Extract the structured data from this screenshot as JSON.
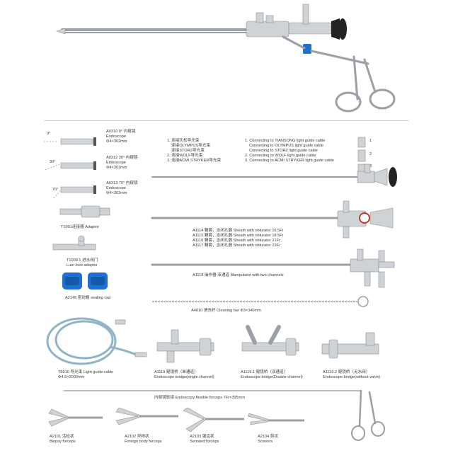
{
  "scopes": [
    {
      "code_name": "A0310  0° 内窥镜",
      "type": "Endoscope",
      "spec": "Φ4×302mm",
      "angle": "0°"
    },
    {
      "code_name": "A0312  30° 内窥镜",
      "type": "Endoscope",
      "spec": "Φ4×302mm",
      "angle": "30°"
    },
    {
      "code_name": "A0313  70° 内窥镜",
      "type": "Endoscope",
      "spec": "Φ4×302mm",
      "angle": "70°"
    }
  ],
  "adaptor": {
    "label": "T1001连接器 Adaptor"
  },
  "luer": {
    "line1": "T1009.1 进水阀门",
    "line2": "Luer-lock adaptor"
  },
  "sealing_cap": {
    "label": "A2145 密封帽 sealing cap"
  },
  "light_cable": {
    "line1": "T5010 导光束 Light guide cable",
    "line2": "Φ4.5×2000mm"
  },
  "connections_cn": [
    "1. 连接天松导光束",
    "连接OLYMPUS导光束",
    "连接STORZ导光束",
    "2. 连接WOLF导光束",
    "3. 连接ACMI STRYKER导光束"
  ],
  "connections_en": [
    "1. Connecting to TIANSONG light guide cable",
    "Connecting to OLYMPUS light guide cable",
    "Connecting to STORZ light guide cable",
    "2. Connecting to WOLF light guide cable",
    "3. Connecting to ACMI STRYKER light guide cable"
  ],
  "connector_numbers": [
    "1",
    "2",
    "3"
  ],
  "sheaths": [
    "A1114 鞘套，含闭孔器  Sheath with obturator  16.5Fr",
    "A1115 鞘套，含闭孔器  Sheath with obturator  18.5Fr",
    "A1116 鞘套，含闭孔器  Sheath with obturator  21Fr",
    "A1117 鞘套，含闭孔器  Sheath with obturator  23Fr"
  ],
  "manipulator": {
    "label": "A1118 操作器 双通道 Manipulator with two channels"
  },
  "cleaning_bar": {
    "label": "A4010 清洗杆 Cleaning bar Φ3×340mm"
  },
  "bridges": [
    {
      "line1": "A1119 窥镜桥（单通道）",
      "line2": "Endoscope bridge(single channel)"
    },
    {
      "line1": "A1119.1 窥镜桥（双通道）",
      "line2": "Endoscope bridge(Double channel)"
    },
    {
      "line1": "A1119.2 窥镜桥（无水阀）",
      "line2": "Endoscope bridge(without valve)"
    }
  ],
  "flexible_forceps": {
    "label": "内窥镜软钳 Endoscopy flexible forceps 7Fr×395mm"
  },
  "forceps": [
    {
      "line1": "A2101 活检状",
      "line2": "Biopsy forceps"
    },
    {
      "line1": "A2102 异物状",
      "line2": "Foreign body forceps"
    },
    {
      "line1": "A2103 锯齿状",
      "line2": "Serrated forceps"
    },
    {
      "line1": "A2104 剪状",
      "line2": "Scissors"
    }
  ],
  "colors": {
    "blue_cap": "#1e6fd0",
    "cable": "#8fb4c8",
    "metal": "#cfd3d6",
    "divider": "#bfcfc8",
    "eyepiece": "#222222"
  }
}
